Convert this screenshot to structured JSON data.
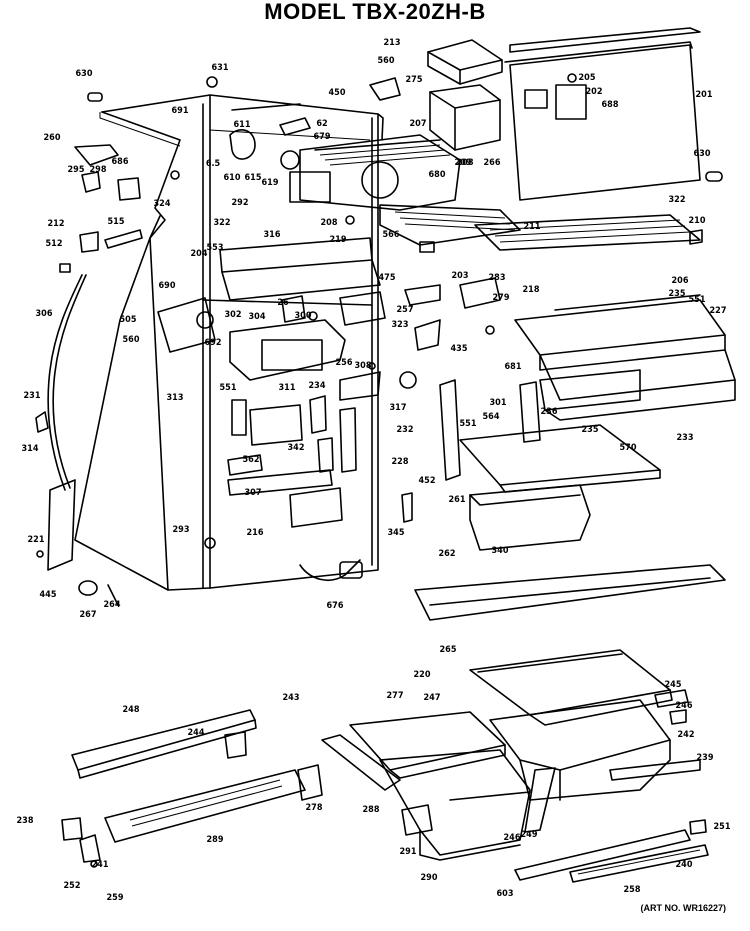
{
  "title": "MODEL TBX-20ZH-B",
  "art_number": "(ART NO. WR16227)",
  "callouts": [
    "630",
    "631",
    "691",
    "611",
    "62",
    "679",
    "207",
    "213",
    "560",
    "275",
    "450",
    "208",
    "205",
    "202",
    "688",
    "201",
    "260",
    "686",
    "295",
    "298",
    "6.5",
    "610",
    "615",
    "619",
    "324",
    "292",
    "322",
    "680",
    "209",
    "266",
    "630",
    "322",
    "210",
    "206",
    "208",
    "211",
    "212",
    "515",
    "512",
    "316",
    "219",
    "566",
    "204",
    "553",
    "203",
    "283",
    "279",
    "218",
    "235",
    "551",
    "227",
    "475",
    "690",
    "505",
    "302",
    "304",
    "26",
    "300",
    "257",
    "323",
    "435",
    "560",
    "692",
    "256",
    "308",
    "681",
    "234",
    "306",
    "313",
    "551",
    "311",
    "317",
    "301",
    "551",
    "570",
    "236",
    "232",
    "233",
    "231",
    "314",
    "564",
    "235",
    "228",
    "452",
    "261",
    "562",
    "342",
    "307",
    "345",
    "262",
    "216",
    "293",
    "340",
    "221",
    "676",
    "445",
    "267",
    "264",
    "265",
    "220",
    "245",
    "247",
    "246",
    "248",
    "277",
    "242",
    "243",
    "239",
    "244",
    "278",
    "289",
    "288",
    "238",
    "291",
    "246",
    "251",
    "249",
    "241",
    "290",
    "240",
    "252",
    "603",
    "258",
    "259"
  ]
}
